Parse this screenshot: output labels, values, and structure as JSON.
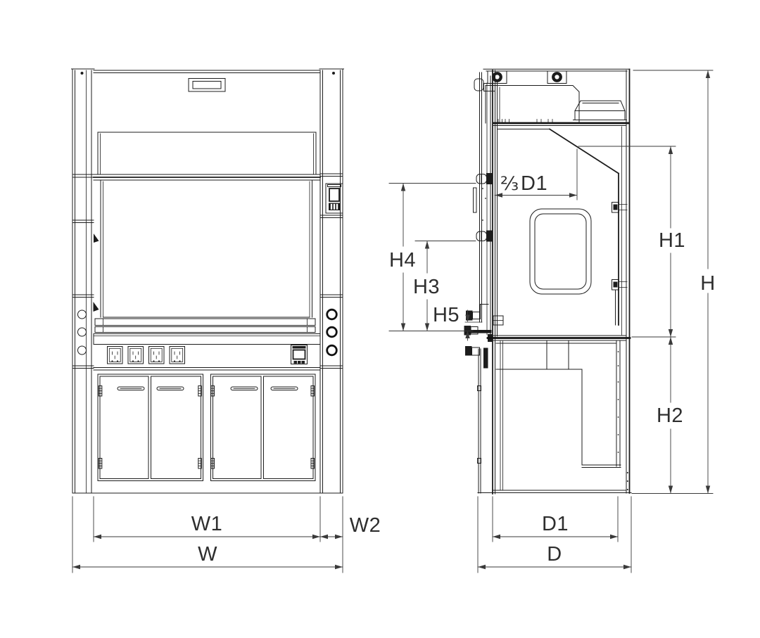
{
  "drawing": {
    "colors": {
      "line": "#1c1c1c",
      "dimension": "#3a3a3a",
      "background": "#ffffff"
    },
    "labels": {
      "w1": "W1",
      "w2": "W2",
      "w": "W",
      "d1_bottom": "D1",
      "d": "D",
      "h": "H",
      "h1": "H1",
      "h2": "H2",
      "h3": "H3",
      "h4": "H4",
      "h5": "H5",
      "sash_depth_fraction": "⅔",
      "sash_depth_ref": "D1"
    }
  }
}
